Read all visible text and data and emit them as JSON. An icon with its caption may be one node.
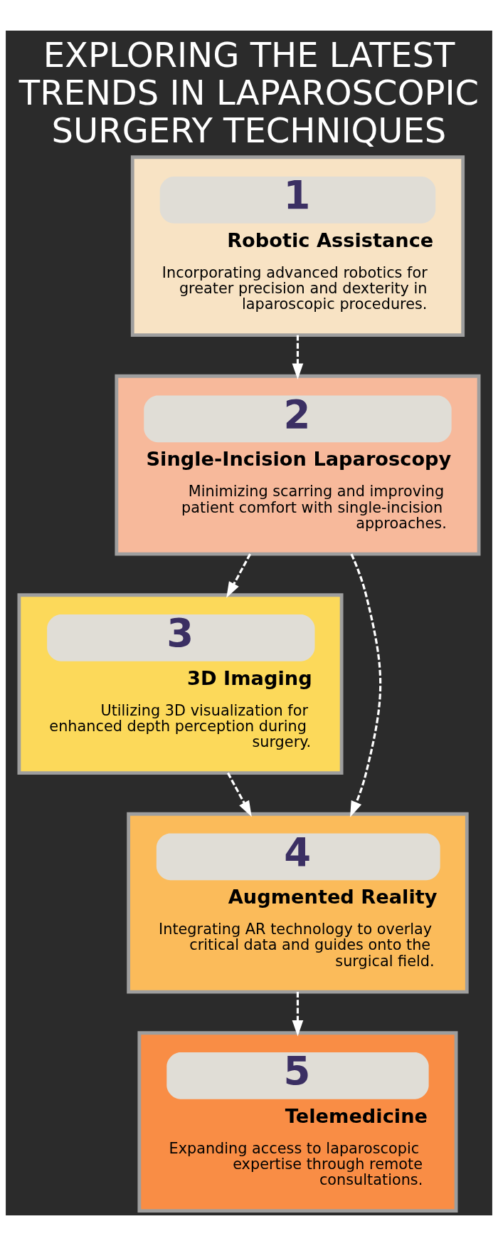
{
  "diagram": {
    "title": "EXPLORING THE LATEST TRENDS IN LAPAROSCOPIC SURGERY TECHNIQUES",
    "nodes": [
      {
        "text": [
          "1",
          "Robotic Assistance",
          "Incorporating advanced robotics for greater precision and dexterity in laparoscopic procedures."
        ]
      },
      {
        "text": [
          "2",
          "Single-Incision Laparoscopy",
          "Minimizing scarring and improving patient comfort with single-incision approaches."
        ]
      },
      {
        "text": [
          "3",
          "3D Imaging",
          "Utilizing 3D visualization for enhanced depth perception during surgery."
        ]
      },
      {
        "text": [
          "4",
          "Augmented Reality",
          "Integrating AR technology to overlay critical data and guides onto the surgical field."
        ]
      },
      {
        "text": [
          "5",
          "Telemedicine",
          "Expanding access to laparoscopic expertise through remote consultations."
        ]
      }
    ],
    "edges": [
      {
        "from": 0,
        "to": 1,
        "arrow": "to",
        "style": "dashed"
      },
      {
        "from": 1,
        "to": 2,
        "arrow": "to",
        "style": "dashed"
      },
      {
        "from": 2,
        "to": 3,
        "arrow": "to",
        "style": "dashed"
      },
      {
        "from": 1,
        "to": 3,
        "arrow": "to",
        "style": "dashed"
      },
      {
        "from": 3,
        "to": 4,
        "arrow": "to",
        "style": "dashed"
      }
    ]
  }
}
